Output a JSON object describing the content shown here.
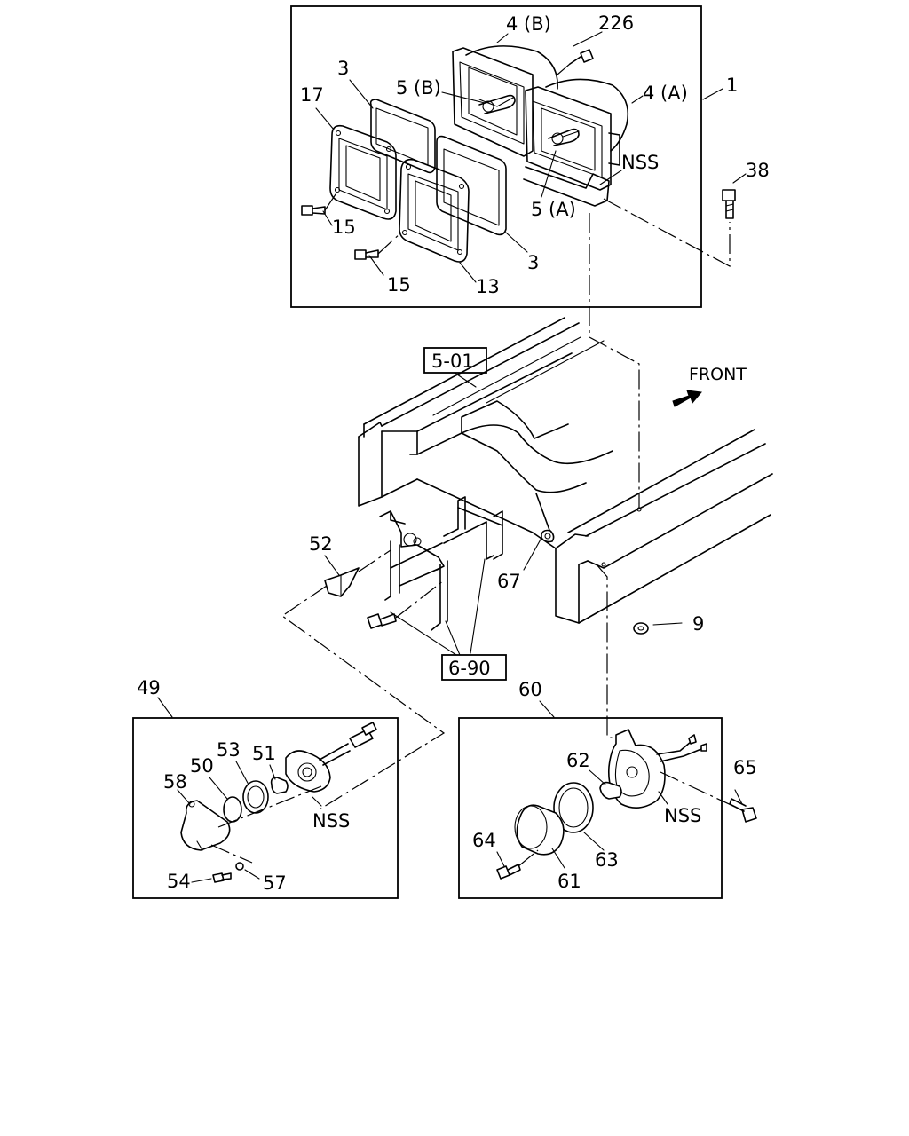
{
  "callouts": {
    "c1": "1",
    "c3a": "3",
    "c3b": "3",
    "c4a": "4 (A)",
    "c4b": "4 (B)",
    "c5a": "5 (A)",
    "c5b": "5 (B)",
    "c9": "9",
    "c13": "13",
    "c15a": "15",
    "c15b": "15",
    "c17": "17",
    "c38": "38",
    "c49": "49",
    "c50": "50",
    "c51": "51",
    "c52": "52",
    "c53": "53",
    "c54": "54",
    "c57": "57",
    "c58": "58",
    "c60": "60",
    "c61": "61",
    "c62": "62",
    "c63": "63",
    "c64": "64",
    "c65": "65",
    "c67": "67",
    "c226": "226"
  },
  "nss_labels": {
    "top": "NSS",
    "left": "NSS",
    "right": "NSS"
  },
  "references": {
    "ref_501": "5-01",
    "ref_690": "6-90"
  },
  "front_label": "FRONT"
}
